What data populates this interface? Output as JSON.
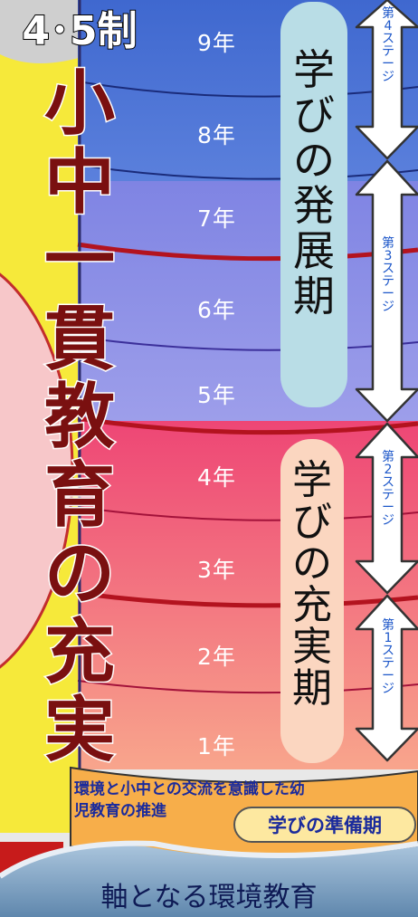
{
  "title": {
    "system": "4･5制",
    "main_chars": [
      "小",
      "中",
      "一",
      "貫",
      "教",
      "育",
      "の",
      "充",
      "実"
    ]
  },
  "grades": [
    "9年",
    "8年",
    "7年",
    "6年",
    "5年",
    "4年",
    "3年",
    "2年",
    "1年"
  ],
  "phases": {
    "development": [
      "学",
      "び",
      "の",
      "発",
      "展",
      "期"
    ],
    "fulfillment": [
      "学",
      "び",
      "の",
      "充",
      "実",
      "期"
    ]
  },
  "stages": {
    "stage4": [
      "第",
      "4",
      "ス",
      "テ",
      "ー",
      "ジ"
    ],
    "stage3": [
      "第",
      "3",
      "ス",
      "テ",
      "ー",
      "ジ"
    ],
    "stage2": [
      "第",
      "2",
      "ス",
      "テ",
      "ー",
      "ジ"
    ],
    "stage1": [
      "第",
      "1",
      "ス",
      "テ",
      "ー",
      "ジ"
    ]
  },
  "preschool": {
    "text_line1": "環境と小中との交流を意識した幼",
    "text_line2": "児教育の推進",
    "badge": "学びの準備期"
  },
  "base_label": "軸となる環境教育",
  "colors": {
    "grades_upper": "#4f78d6",
    "grades_middle": "#8e8fe6",
    "grades_lower_4": "#ee4f79",
    "grades_lower_1": "#f7988a",
    "preschool": "#f7ae4a",
    "ring": "#b3131f",
    "pill_blue": "#b9dde6",
    "pill_peach": "#fbd6c0"
  }
}
